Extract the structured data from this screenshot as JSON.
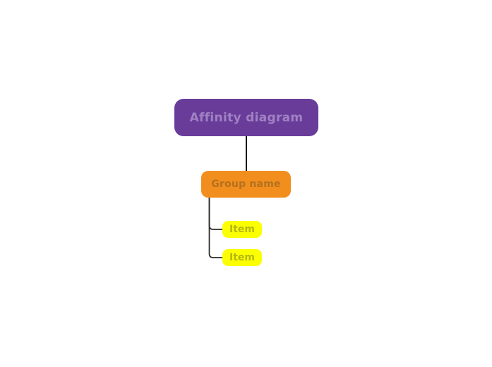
{
  "canvas": {
    "background_color": "#ffffff"
  },
  "diagram": {
    "root": {
      "label": "Affinity diagram",
      "fill_color": "#693C9A",
      "text_color": "#A082C3"
    },
    "group": {
      "label": "Group name",
      "fill_color": "#F28E1E",
      "text_color": "#B4701E"
    },
    "items": [
      {
        "label": "Item"
      },
      {
        "label": "Item"
      }
    ],
    "item_style": {
      "fill_color": "#FBFF00",
      "text_color": "#B5B714"
    },
    "connector": {
      "main_color": "#000000",
      "branch_color": "#2B2B2B"
    }
  }
}
